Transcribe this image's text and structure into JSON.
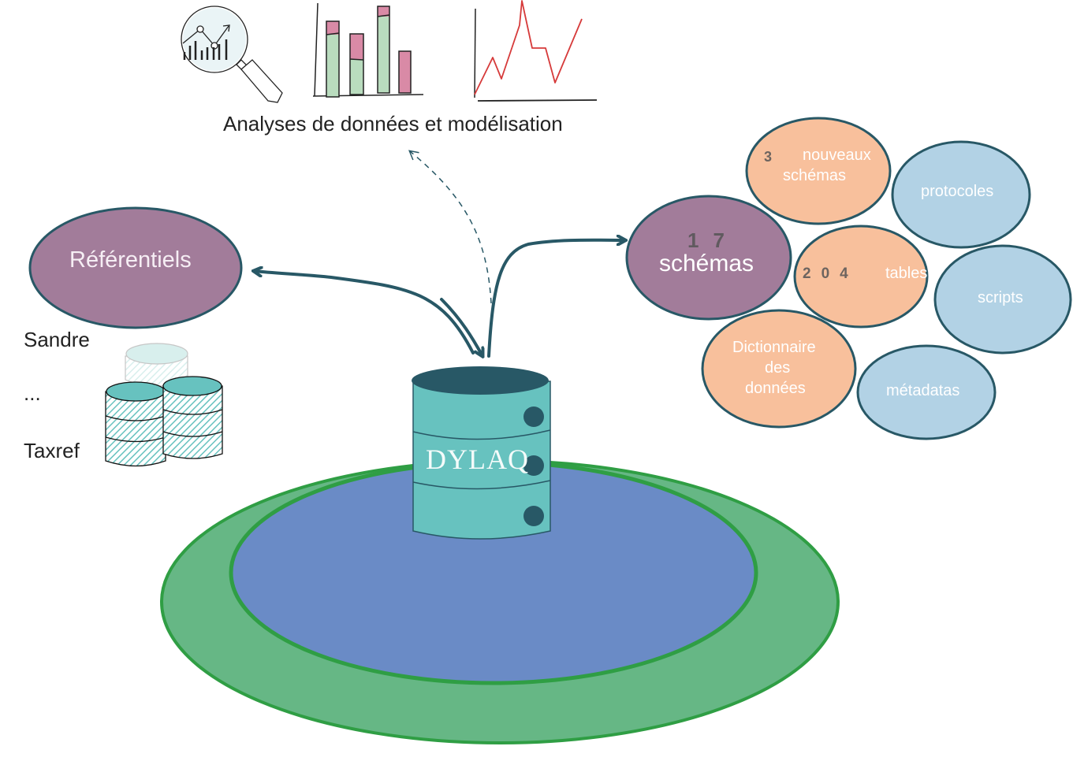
{
  "colors": {
    "stroke_dark": "#285866",
    "purple": "#a27c9a",
    "peach": "#f8c09c",
    "light_blue": "#b2d2e5",
    "teal": "#67c2bf",
    "water_blue": "#6a8bc6",
    "grass_green": "#66b785",
    "grass_border": "#2f9e44",
    "chart_red": "#d63a3a",
    "bar_green": "#b9dcbe",
    "bar_pink": "#d98aa6"
  },
  "analysis": {
    "caption": "Analyses de données et modélisation",
    "icons": [
      "magnifier-chart-icon",
      "stacked-bar-chart-icon",
      "line-chart-icon"
    ]
  },
  "referentiels": {
    "title": "Référentiels",
    "items": [
      "Sandre",
      "...",
      "Taxref"
    ]
  },
  "database": {
    "label": "DYLAQ"
  },
  "schemas": {
    "count": "17",
    "label": "schémas"
  },
  "bubbles": {
    "new_schemas": {
      "count": "3",
      "label_line1": "nouveaux",
      "label_line2": "schémas"
    },
    "tables": {
      "count": "204",
      "label": "tables"
    },
    "dictionary": {
      "line1": "Dictionnaire",
      "line2": "des",
      "line3": "données"
    },
    "protocols": {
      "label": "protocoles"
    },
    "scripts": {
      "label": "scripts"
    },
    "metadata": {
      "label": "métadatas"
    }
  }
}
